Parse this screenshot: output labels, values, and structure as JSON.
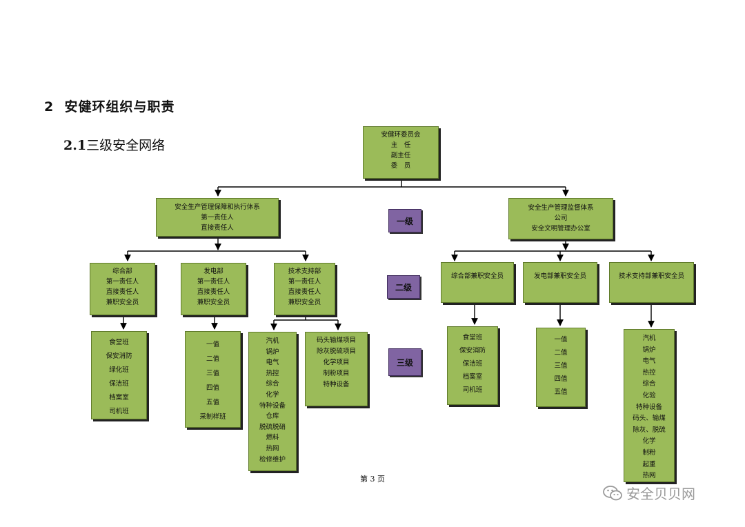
{
  "heading": {
    "num": "2",
    "title": "安健环组织与职责"
  },
  "subheading": {
    "num": "2.1",
    "title": "三级安全网络"
  },
  "levels": {
    "l1": "一级",
    "l2": "二级",
    "l3": "三级"
  },
  "top": [
    "安健环委员会",
    "主　任",
    "副主任",
    "委　员"
  ],
  "left_system": [
    "安全生产管理保障和执行体系",
    "第一责任人",
    "直接责任人"
  ],
  "right_system": [
    "安全生产管理监督体系",
    "公司",
    "安全文明管理办公室"
  ],
  "dept_zonghe": [
    "综合部",
    "第一责任人",
    "直接责任人",
    "兼职安全员"
  ],
  "dept_fadian": [
    "发电部",
    "第一责任人",
    "直接责任人",
    "兼职安全员"
  ],
  "dept_jishu": [
    "技术支持部",
    "第一责任人",
    "直接责任人",
    "兼职安全员"
  ],
  "right_zonghe": [
    "综合部兼职安全员"
  ],
  "right_fadian": [
    "发电部兼职安全员"
  ],
  "right_jishu": [
    "技术支持部兼职安全员"
  ],
  "team_zonghe": [
    "食堂班",
    "保安消防",
    "绿化班",
    "保洁班",
    "档案室",
    "司机班"
  ],
  "team_fadian": [
    "一值",
    "二值",
    "三值",
    "四值",
    "五值",
    "采制样班"
  ],
  "team_jishu_a": [
    "汽机",
    "锅炉",
    "电气",
    "热控",
    "综合",
    "化学",
    "特种设备",
    "仓库",
    "脱硫脱硝",
    "燃料",
    "热网",
    "检修维护"
  ],
  "team_jishu_b": [
    "码头输煤项目",
    "除灰脱硫项目",
    "化学项目",
    "制粉项目",
    "特种设备"
  ],
  "rteam_zonghe": [
    "食堂班",
    "保安消防",
    "保洁班",
    "档案室",
    "司机班"
  ],
  "rteam_fadian": [
    "一值",
    "二值",
    "三值",
    "四值",
    "五值"
  ],
  "rteam_jishu": [
    "汽机",
    "锅炉",
    "电气",
    "热控",
    "综合",
    "化验",
    "特种设备",
    "码头、输煤",
    "除灰、脱硫",
    "化学",
    "制粉",
    "起重",
    "热网"
  ],
  "footer": "第 3 页",
  "watermark": "安全贝贝网"
}
